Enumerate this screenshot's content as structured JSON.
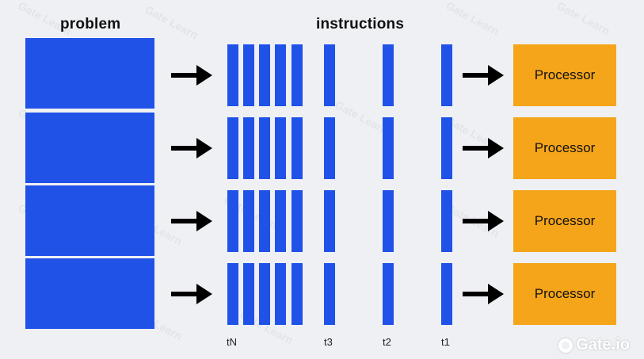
{
  "header": {
    "problem_label": "problem",
    "instructions_label": "instructions"
  },
  "rows": [
    {
      "processor_label": "Processor"
    },
    {
      "processor_label": "Processor"
    },
    {
      "processor_label": "Processor"
    },
    {
      "processor_label": "Processor"
    }
  ],
  "time_labels": [
    "tN",
    "t3",
    "t2",
    "t1"
  ],
  "watermark_text": "Gate Learn",
  "brand": {
    "text": "Gate.io"
  },
  "colors": {
    "problem_blue": "#2052e8",
    "processor_orange": "#f5a51a",
    "background": "#eef0f4"
  }
}
